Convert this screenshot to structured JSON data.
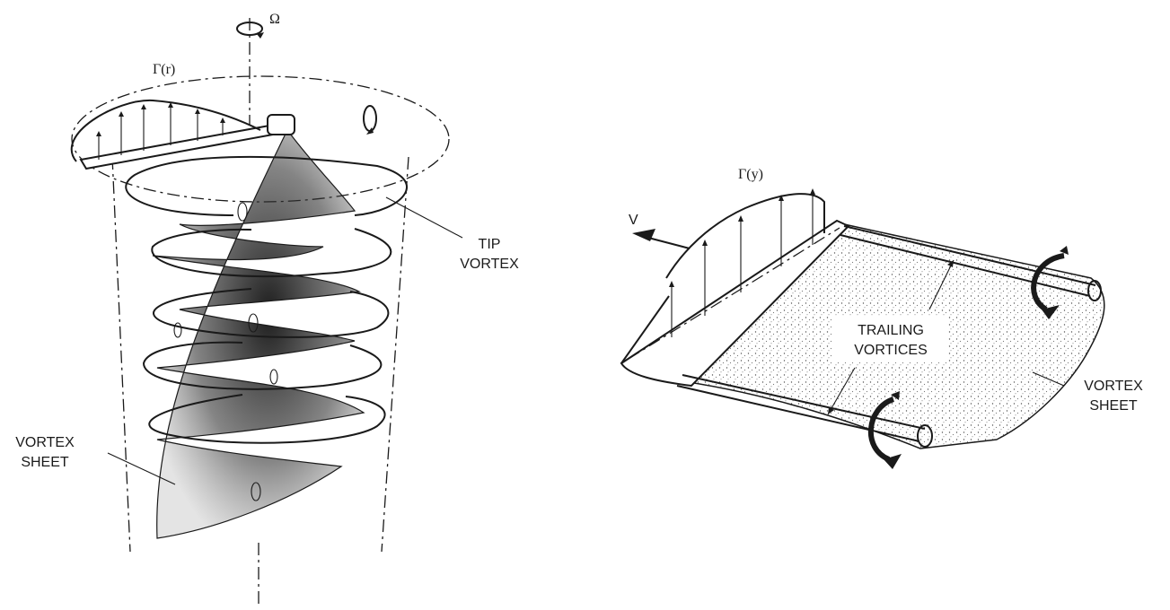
{
  "rotor": {
    "omega_symbol": "Ω",
    "circulation_label": "Γ(r)",
    "tip_vortex_line1": "TIP",
    "tip_vortex_line2": "VORTEX",
    "vortex_sheet_line1": "VORTEX",
    "vortex_sheet_line2": "SHEET"
  },
  "wing": {
    "circulation_label": "Γ(y)",
    "velocity_label": "V",
    "trailing_line1": "TRAILING",
    "trailing_line2": "VORTICES",
    "vortex_sheet_line1": "VORTEX",
    "vortex_sheet_line2": "SHEET"
  },
  "colors": {
    "ink": "#1a1a1a",
    "shade": "#2a2a2a",
    "background": "#ffffff"
  }
}
